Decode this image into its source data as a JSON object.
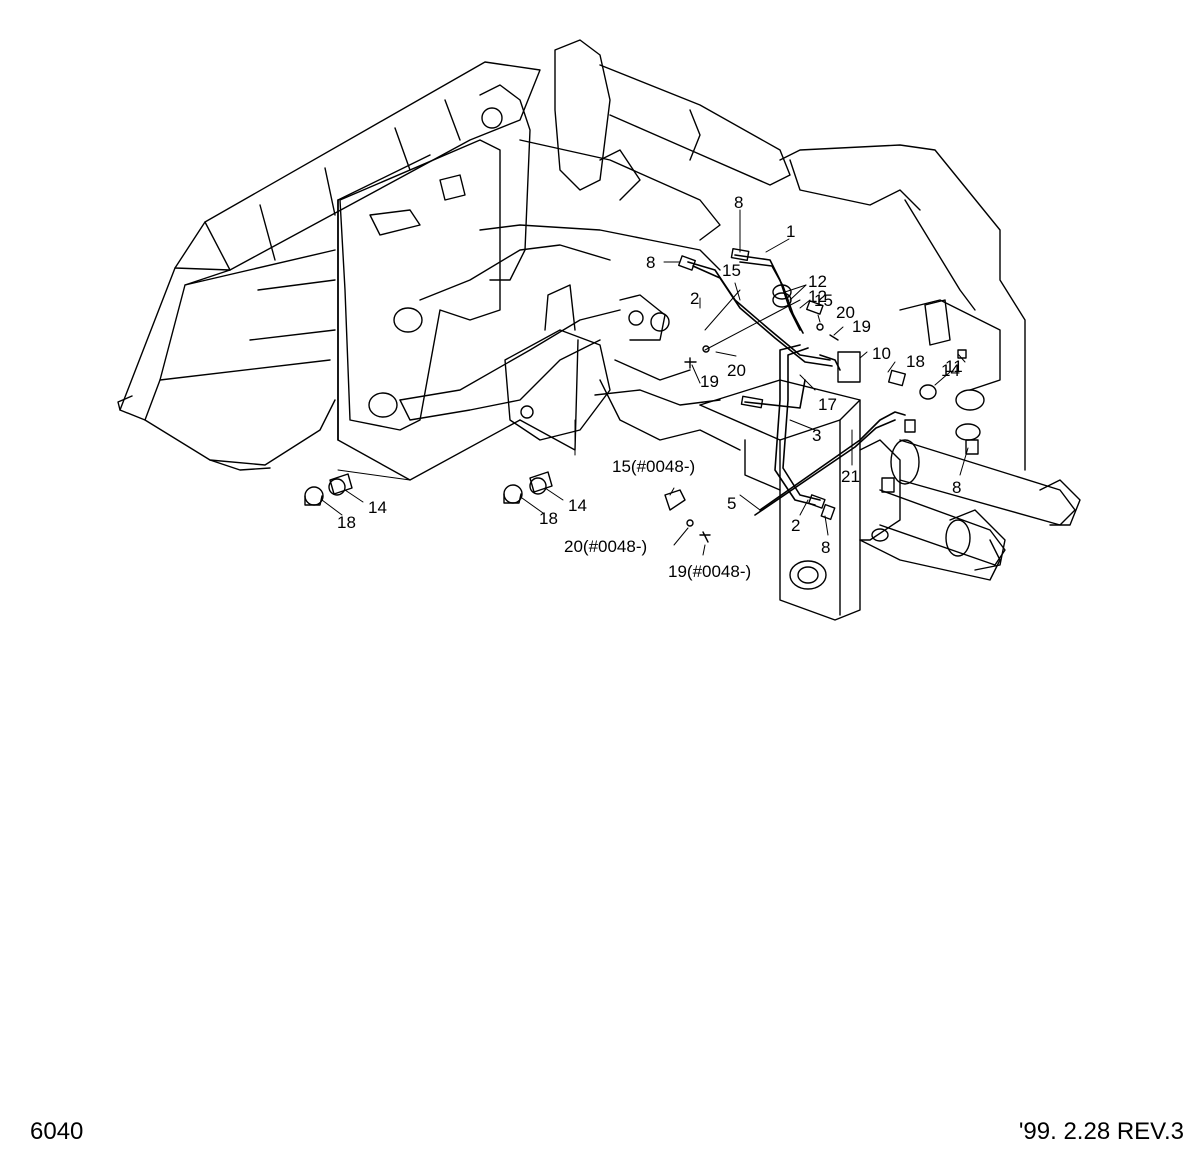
{
  "diagram": {
    "callouts": [
      "8",
      "1",
      "8",
      "15",
      "12",
      "12",
      "15",
      "2",
      "20",
      "19",
      "20",
      "10",
      "18",
      "11",
      "14",
      "19",
      "17",
      "3",
      "21",
      "8",
      "5",
      "2",
      "8",
      "14",
      "18",
      "14",
      "18",
      "15(#0048-)",
      "20(#0048-)",
      "19(#0048-)"
    ]
  },
  "footer": {
    "sheet_number": "6040",
    "revision": "'99. 2.28  REV.3"
  }
}
